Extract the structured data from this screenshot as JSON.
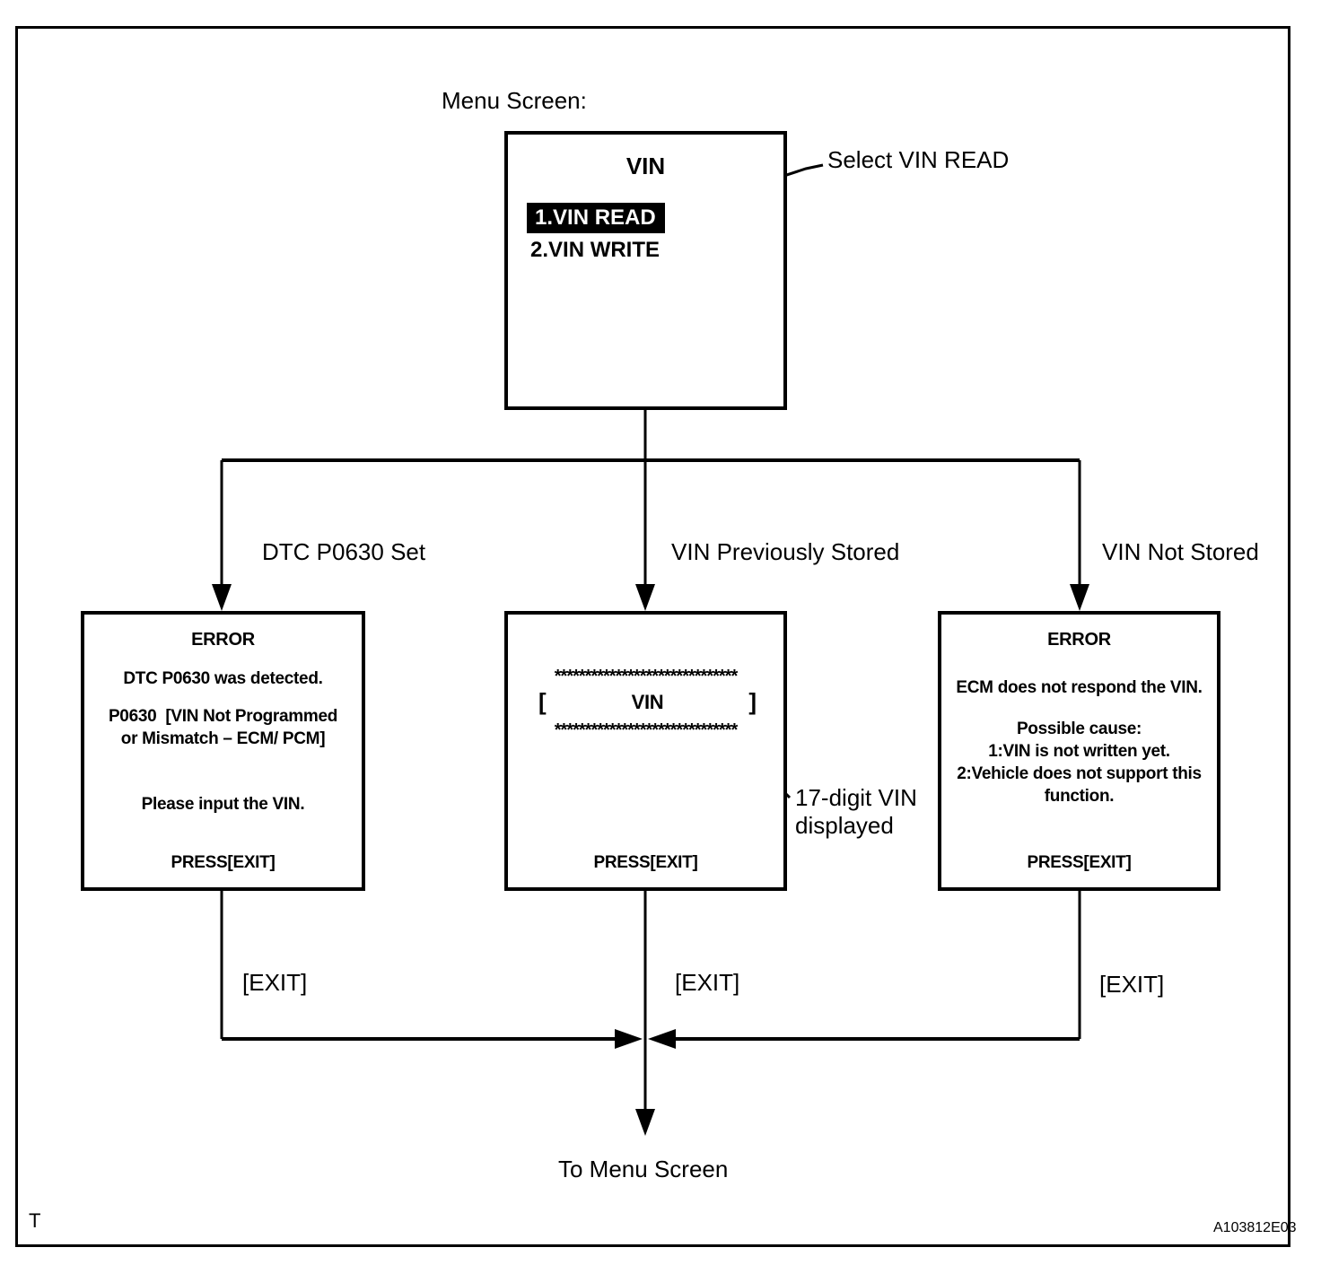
{
  "menu_screen": {
    "heading": "Menu Screen:",
    "screen_title": "VIN",
    "items": [
      {
        "label": "1.VIN READ",
        "selected": true
      },
      {
        "label": "2.VIN WRITE",
        "selected": false
      }
    ],
    "callout": "Select VIN READ"
  },
  "branch_labels": {
    "left": "DTC P0630 Set",
    "middle": "VIN Previously Stored",
    "right": "VIN Not Stored"
  },
  "dtc_error_screen": {
    "title": "ERROR",
    "line1": "DTC P0630 was detected.",
    "line2": "P0630  [VIN Not Programmed",
    "line3": "or Mismatch – ECM/ PCM]",
    "line4": "Please input the VIN.",
    "footer": "PRESS[EXIT]"
  },
  "vin_screen": {
    "stars_top": "******************************",
    "bracket_open": "[",
    "vin_label": "VIN",
    "bracket_close": "]",
    "stars_bottom": "******************************",
    "footer": "PRESS[EXIT]",
    "callout_line1": "17-digit VIN",
    "callout_line2": "displayed"
  },
  "ecm_error_screen": {
    "title": "ERROR",
    "line1": "ECM does not respond the VIN.",
    "line2": "Possible cause:",
    "line3": "1:VIN is not written yet.",
    "line4": "2:Vehicle does not support this",
    "line5": "function.",
    "footer": "PRESS[EXIT]"
  },
  "exit_labels": {
    "left": "[EXIT]",
    "middle": "[EXIT]",
    "right": "[EXIT]"
  },
  "to_menu_label": "To Menu Screen",
  "page_mark": "T",
  "figure_code": "A103812E03"
}
